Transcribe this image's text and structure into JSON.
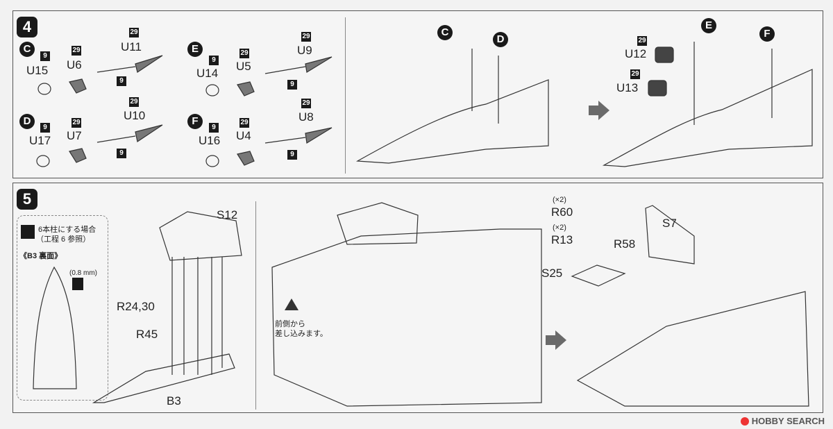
{
  "step4": {
    "number": "4",
    "C": {
      "letter": "C",
      "parts": [
        {
          "box": "9",
          "label": "U15"
        },
        {
          "box": "29",
          "label": "U6"
        },
        {
          "box": "29",
          "label": "U11"
        }
      ],
      "shaft_box": "9"
    },
    "D": {
      "letter": "D",
      "parts": [
        {
          "box": "9",
          "label": "U17"
        },
        {
          "box": "29",
          "label": "U7"
        },
        {
          "box": "29",
          "label": "U10"
        }
      ],
      "shaft_box": "9"
    },
    "E": {
      "letter": "E",
      "parts": [
        {
          "box": "9",
          "label": "U14"
        },
        {
          "box": "29",
          "label": "U5"
        },
        {
          "box": "29",
          "label": "U9"
        }
      ],
      "shaft_box": "9"
    },
    "F": {
      "letter": "F",
      "parts": [
        {
          "box": "9",
          "label": "U16"
        },
        {
          "box": "29",
          "label": "U4"
        },
        {
          "box": "29",
          "label": "U8"
        }
      ],
      "shaft_box": "9"
    },
    "assembly1": {
      "callouts": [
        "C",
        "D"
      ]
    },
    "assembly2": {
      "callouts": [
        "E",
        "F"
      ],
      "parts": [
        {
          "box": "29",
          "label": "U12"
        },
        {
          "box": "29",
          "label": "U13"
        }
      ]
    }
  },
  "step5": {
    "number": "5",
    "note_title": "6本柱にする場合",
    "note_ref": "（工程 6 参照）",
    "b3_title": "《B3 裏面》",
    "b3_dim": "(0.8 mm)",
    "labels": {
      "s12": "S12",
      "r24_30": "R24,30",
      "r45": "R45",
      "b3": "B3",
      "r60_count": "(×2)",
      "r60": "R60",
      "r13_count": "(×2)",
      "r13": "R13",
      "r58": "R58",
      "s7": "S7",
      "s25": "S25"
    },
    "warning_line1": "前側から",
    "warning_line2": "差し込みます。"
  },
  "watermark": "HOBBY SEARCH"
}
